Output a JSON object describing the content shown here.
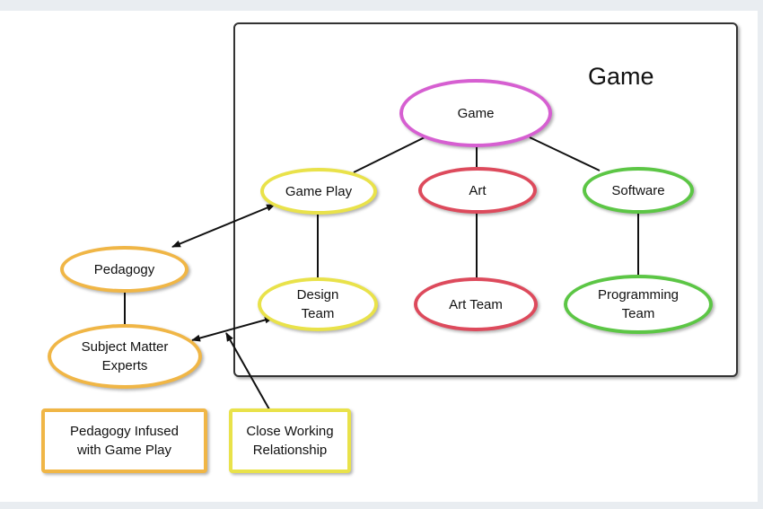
{
  "diagram": {
    "title": "Game",
    "nodes": {
      "game": "Game",
      "game_play": "Game Play",
      "art": "Art",
      "software": "Software",
      "design_team": [
        "Design",
        "Team"
      ],
      "art_team": "Art Team",
      "programming_team": [
        "Programming",
        "Team"
      ],
      "pedagogy": "Pedagogy",
      "subject_matter_experts": [
        "Subject Matter",
        "Experts"
      ]
    },
    "legend": {
      "pedagogy_infused": [
        "Pedagogy Infused",
        "with Game Play"
      ],
      "close_working": [
        "Close Working",
        "Relationship"
      ]
    },
    "colors": {
      "game": "#d65fd1",
      "game_play": "#e9e24a",
      "art": "#dd4a5c",
      "software": "#5cc645",
      "pedagogy": "#f0b646"
    }
  }
}
